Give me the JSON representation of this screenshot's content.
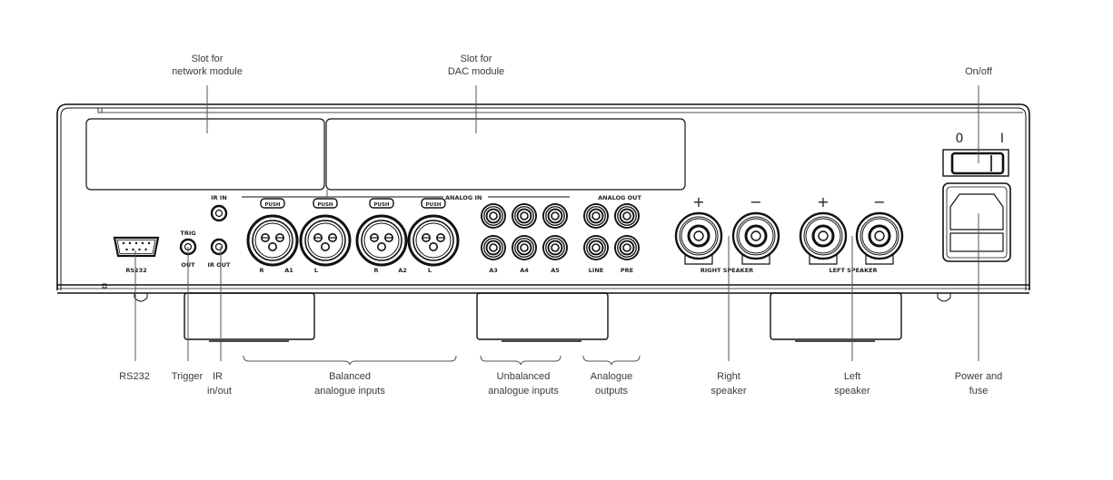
{
  "diagram": {
    "title": "Amplifier rear panel",
    "callouts_top": [
      {
        "id": "network-slot",
        "lines": [
          "Slot for",
          "network module"
        ]
      },
      {
        "id": "dac-slot",
        "lines": [
          "Slot for",
          "DAC module"
        ]
      },
      {
        "id": "on-off",
        "lines": [
          "On/off"
        ]
      }
    ],
    "callouts_bottom": [
      {
        "id": "rs232",
        "lines": [
          "RS232"
        ]
      },
      {
        "id": "trigger",
        "lines": [
          "Trigger"
        ]
      },
      {
        "id": "ir",
        "lines": [
          "IR",
          "in/out"
        ]
      },
      {
        "id": "balanced",
        "lines": [
          "Balanced",
          "analogue inputs"
        ]
      },
      {
        "id": "unbalanced",
        "lines": [
          "Unbalanced",
          "analogue inputs"
        ]
      },
      {
        "id": "analogue-outputs",
        "lines": [
          "Analogue",
          "outputs"
        ]
      },
      {
        "id": "right-speaker",
        "lines": [
          "Right",
          "speaker"
        ]
      },
      {
        "id": "left-speaker",
        "lines": [
          "Left",
          "speaker"
        ]
      },
      {
        "id": "power",
        "lines": [
          "Power and",
          "fuse"
        ]
      }
    ],
    "panel_labels": {
      "ir_in": "IR IN",
      "trig": "TRIG",
      "out": "OUT",
      "ir_out": "IR OUT",
      "rs232": "RS232",
      "analog_in": "ANALOG IN",
      "analog_out": "ANALOG OUT",
      "push": "PUSH",
      "xlr_labels": [
        "R",
        "A1",
        "L",
        "R",
        "A2",
        "L"
      ],
      "rca_labels": [
        "A3",
        "A4",
        "A5",
        "LINE",
        "PRE"
      ],
      "right_speaker": "RIGHT SPEAKER",
      "left_speaker": "LEFT SPEAKER",
      "plus": "+",
      "minus": "−",
      "switch_off": "0",
      "switch_on": "I"
    }
  }
}
